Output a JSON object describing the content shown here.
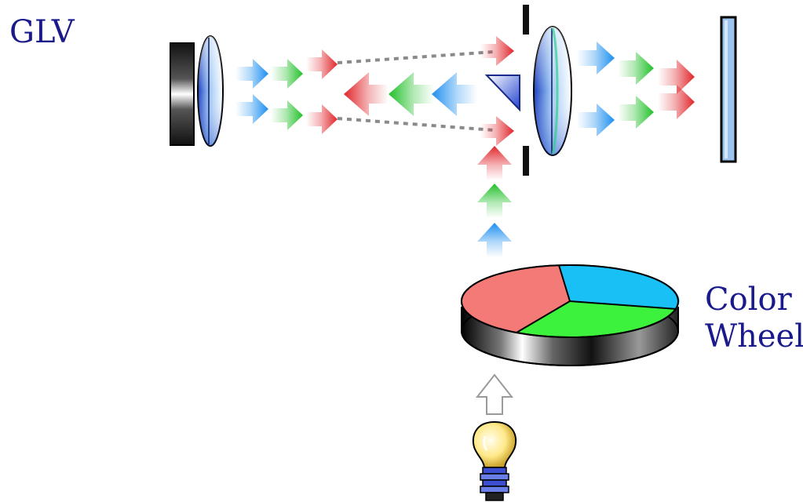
{
  "labels": {
    "glv": "GLV",
    "color_wheel_line1": "Color",
    "color_wheel_line2": "Wheel"
  },
  "colors": {
    "red": "#e0262b",
    "green": "#22c02a",
    "blue": "#1d8ff0",
    "wheel_red": "#f47a78",
    "wheel_green": "#3df23d",
    "wheel_cyan": "#18c0f5",
    "label_text": "#1a1a8c",
    "lens_glass": "#5a8fe0",
    "screen_fill": "#9dc4f0",
    "bulb_glow": "#ffe98a",
    "bulb_base": "#3b4fd0"
  },
  "icons": {
    "glv_device": "glv-mirror-icon",
    "lens": "lens-icon",
    "screen": "projection-screen-icon",
    "prism": "prism-icon",
    "wheel": "color-wheel-icon",
    "bulb": "light-bulb-icon"
  }
}
